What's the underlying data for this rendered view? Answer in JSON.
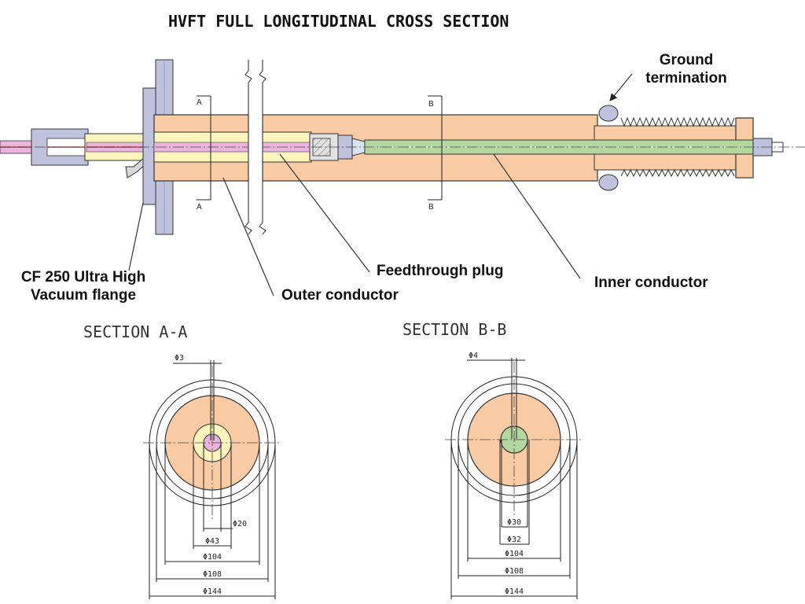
{
  "title": "HVFT FULL LONGITUDINAL CROSS SECTION",
  "labels": {
    "ground_termination_line1": "Ground",
    "ground_termination_line2": "termination",
    "cf_flange_line1": "CF 250 Ultra High",
    "cf_flange_line2": "Vacuum flange",
    "outer_conductor": "Outer conductor",
    "feedthrough_plug": "Feedthrough plug",
    "inner_conductor": "Inner conductor"
  },
  "section_marks": {
    "a": "A",
    "b": "B"
  },
  "section_aa": {
    "title": "SECTION A-A",
    "dims": [
      "Φ3",
      "Φ20",
      "Φ43",
      "Φ104",
      "Φ108",
      "Φ144"
    ]
  },
  "section_bb": {
    "title": "SECTION B-B",
    "dims": [
      "Φ4",
      "Φ30",
      "Φ32",
      "Φ104",
      "Φ108",
      "Φ144"
    ]
  },
  "colors": {
    "outer_conductor": "#f9cba4",
    "inner_conductor": "#b4d7a0",
    "plug": "#fbf4bc",
    "flange": "#bec2dc",
    "core": "#eab4dc"
  }
}
